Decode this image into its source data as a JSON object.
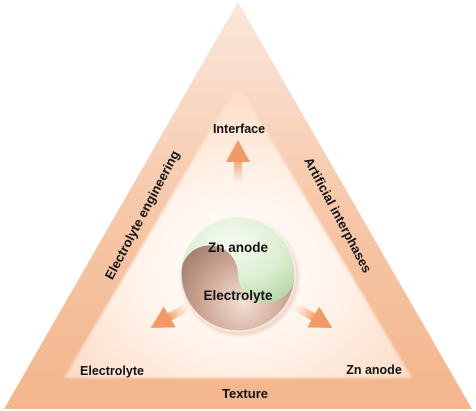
{
  "diagram": {
    "center": {
      "top_label": "Zn anode",
      "bottom_label": "Electrolyte"
    },
    "vertices": {
      "top": "Interface",
      "bottom_left": "Electrolyte",
      "bottom_right": "Zn anode"
    },
    "edges": {
      "left": "Electrolyte engineering",
      "right": "Artificial interphases",
      "bottom": "Texture"
    },
    "colors": {
      "outer_triangle": "#f4b183",
      "inner_triangle_fill": "#fde4d2",
      "arrow": "#f0a070",
      "yin_light": "#dcefd2",
      "yin_dark": "#b88a78"
    }
  }
}
